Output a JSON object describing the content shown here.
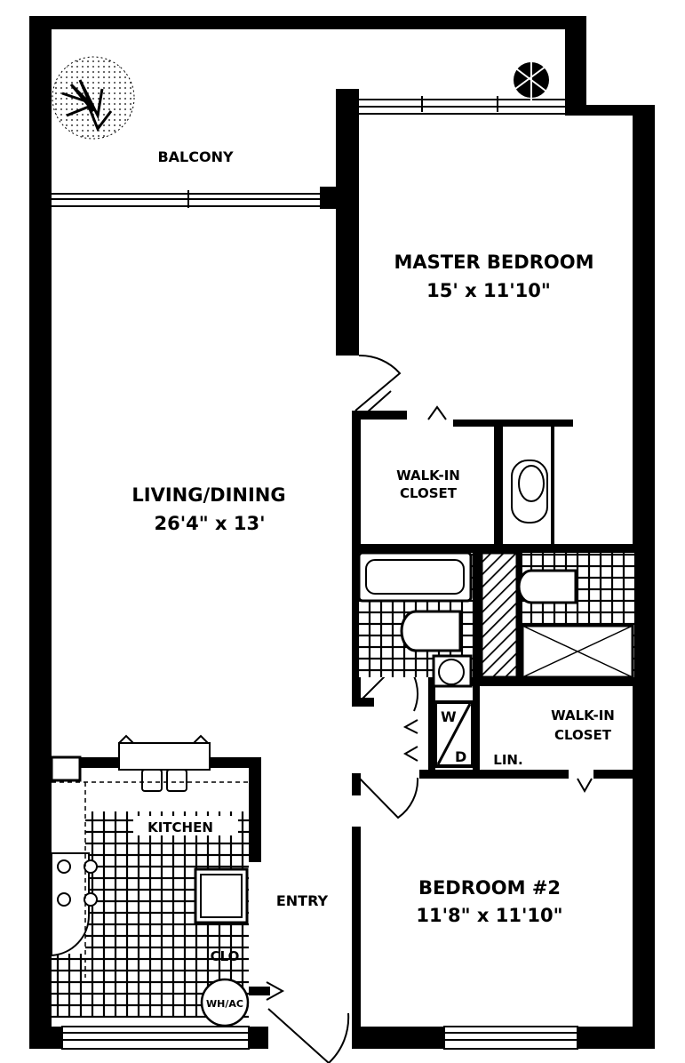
{
  "rooms": {
    "balcony": {
      "name": "BALCONY"
    },
    "master_bedroom": {
      "name": "MASTER BEDROOM",
      "size": "15' x 11'10\""
    },
    "walk_in_closet_1": {
      "name_line1": "WALK-IN",
      "name_line2": "CLOSET"
    },
    "living_dining": {
      "name": "LIVING/DINING",
      "size": "26'4\" x 13'"
    },
    "walk_in_closet_2": {
      "name_line1": "WALK-IN",
      "name_line2": "CLOSET"
    },
    "linen": {
      "name": "LIN."
    },
    "washer_dryer": {
      "top": "W",
      "bottom": "D"
    },
    "kitchen": {
      "name": "KITCHEN"
    },
    "entry": {
      "name": "ENTRY"
    },
    "closet": {
      "name": "CLO"
    },
    "wh_ac": {
      "name": "WH/AC"
    },
    "bedroom_2": {
      "name": "BEDROOM #2",
      "size": "11'8\" x 11'10\""
    }
  },
  "colors": {
    "ink": "#000000",
    "paper": "#ffffff"
  }
}
